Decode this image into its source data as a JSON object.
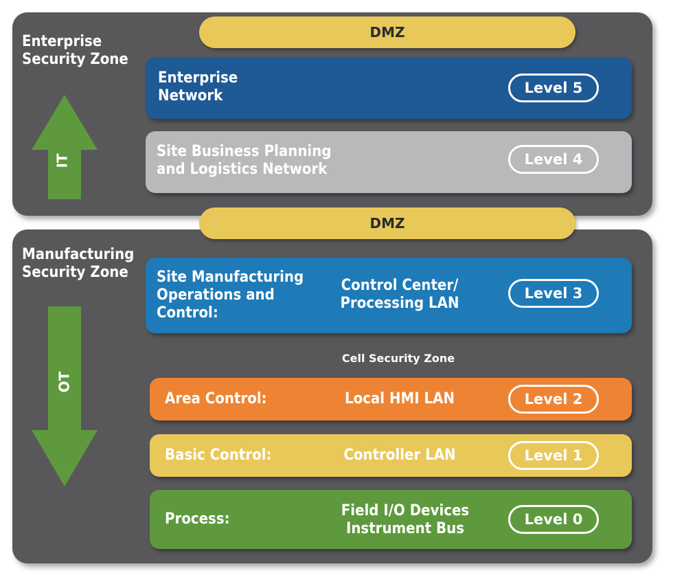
{
  "enterprise_zone": {
    "title": "Enterprise\nSecurity Zone",
    "arrow_label": "IT"
  },
  "manufacturing_zone": {
    "title": "Manufacturing\nSecurity Zone",
    "arrow_label": "OT",
    "cell_zone_label": "Cell Security Zone"
  },
  "dmz": {
    "top_label": "DMZ",
    "middle_label": "DMZ"
  },
  "levels": {
    "level5": {
      "left": "Enterprise\nNetwork",
      "center": "",
      "badge": "Level 5"
    },
    "level4": {
      "left": "Site Business Planning\nand Logistics Network",
      "center": "",
      "badge": "Level 4"
    },
    "level3": {
      "left": "Site Manufacturing\nOperations and\nControl:",
      "center": "Control Center/\nProcessing LAN",
      "badge": "Level 3"
    },
    "level2": {
      "left": "Area Control:",
      "center": "Local HMI LAN",
      "badge": "Level 2"
    },
    "level1": {
      "left": "Basic Control:",
      "center": "Controller LAN",
      "badge": "Level 1"
    },
    "level0": {
      "left": "Process:",
      "center": "Field I/O Devices\nInstrument Bus",
      "badge": "Level 0"
    }
  },
  "colors": {
    "zone_background": "#58585a",
    "dmz": "#e9c85a",
    "level5": "#1e5a96",
    "level4": "#b7b9bb",
    "level3": "#1f7ab8",
    "level2": "#ee8433",
    "level1": "#e9c85a",
    "level0": "#5e9a3d",
    "arrow": "#5e9a3d"
  }
}
